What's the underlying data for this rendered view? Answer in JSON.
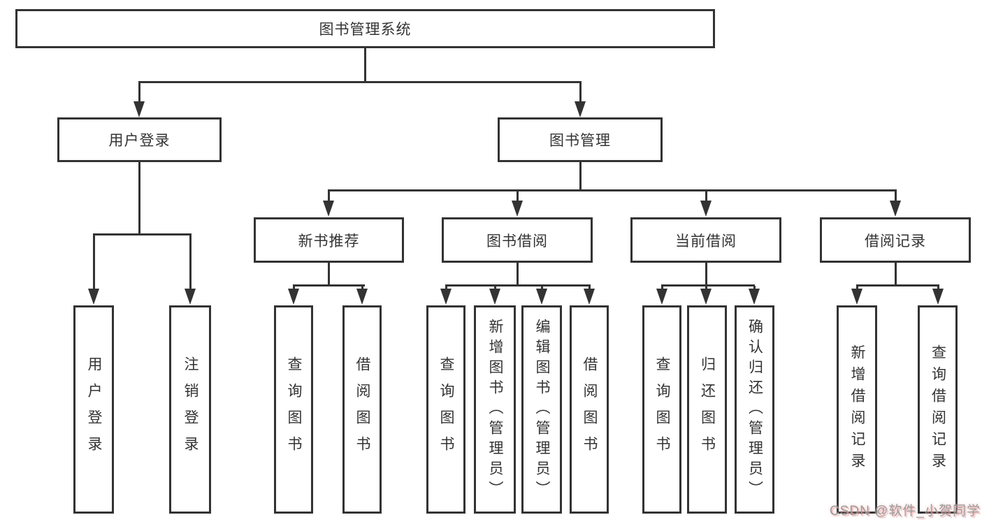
{
  "tree": {
    "root": "图书管理系统",
    "user_login": {
      "label": "用户登录",
      "children": {
        "login": "用户登录",
        "logout": "注销登录"
      }
    },
    "book_mgmt": {
      "label": "图书管理",
      "sections": {
        "new_book": {
          "label": "新书推荐",
          "children": {
            "query": "查询图书",
            "borrow": "借阅图书"
          }
        },
        "borrowing": {
          "label": "图书借阅",
          "children": {
            "query": "查询图书",
            "add": "新增图书（管理员）",
            "edit": "编辑图书（管理员）",
            "borrow": "借阅图书"
          }
        },
        "current": {
          "label": "当前借阅",
          "children": {
            "query": "查询图书",
            "return": "归还图书",
            "confirm": "确认归还（管理员）"
          }
        },
        "records": {
          "label": "借阅记录",
          "children": {
            "add": "新增借阅记录",
            "query": "查询借阅记录"
          }
        }
      }
    }
  },
  "watermark": "CSDN @软件_小贺同学"
}
